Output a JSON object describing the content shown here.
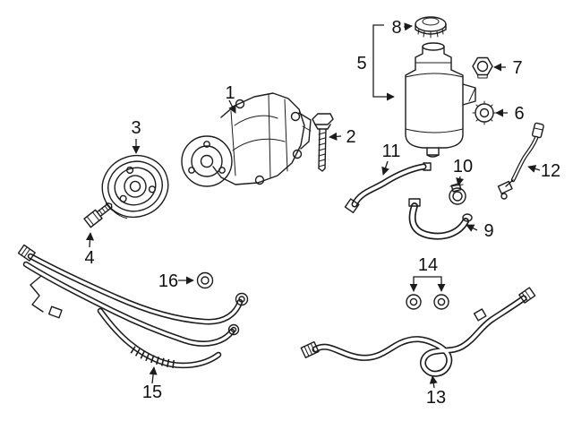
{
  "page": {
    "background_color": "#ffffff",
    "line_color": "#1c1c1c"
  },
  "diagram": {
    "name": "power-steering-pump-and-hoses-parts-diagram",
    "callouts": {
      "c1": {
        "label": "1",
        "part": "power-steering-pump"
      },
      "c2": {
        "label": "2",
        "part": "mounting-bolt"
      },
      "c3": {
        "label": "3",
        "part": "pulley"
      },
      "c4": {
        "label": "4",
        "part": "pulley-bolt"
      },
      "c5": {
        "label": "5",
        "part": "fluid-reservoir"
      },
      "c6": {
        "label": "6",
        "part": "vent-cap"
      },
      "c7": {
        "label": "7",
        "part": "nut"
      },
      "c8": {
        "label": "8",
        "part": "reservoir-cap"
      },
      "c9": {
        "label": "9",
        "part": "suction-hose"
      },
      "c10": {
        "label": "10",
        "part": "hose-clamp"
      },
      "c11": {
        "label": "11",
        "part": "return-hose"
      },
      "c12": {
        "label": "12",
        "part": "sensor-line"
      },
      "c13": {
        "label": "13",
        "part": "return-line-assembly"
      },
      "c14": {
        "label": "14",
        "part": "seal-rings"
      },
      "c15": {
        "label": "15",
        "part": "pressure-hose-assembly"
      },
      "c16": {
        "label": "16",
        "part": "o-ring"
      }
    }
  }
}
